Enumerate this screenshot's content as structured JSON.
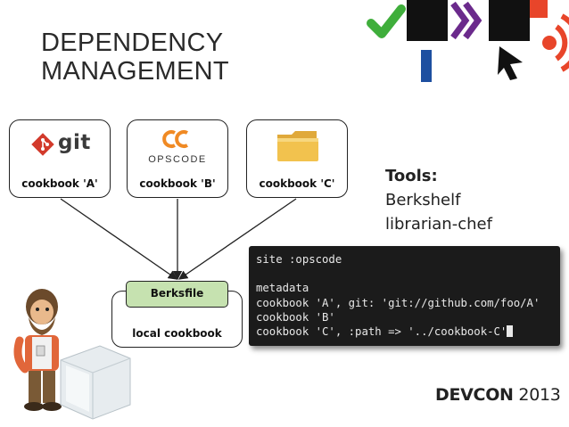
{
  "slide": {
    "title_line1": "DEPENDENCY",
    "title_line2": "MANAGEMENT"
  },
  "sources": [
    {
      "label": "cookbook 'A'",
      "logo": "git",
      "logo_text": "git",
      "icon": "git-icon"
    },
    {
      "label": "cookbook 'B'",
      "logo": "opscode",
      "logo_text": "OPSCODE",
      "icon": "opscode-icon"
    },
    {
      "label": "cookbook 'C'",
      "logo": "folder",
      "icon": "folder-icon"
    }
  ],
  "target": {
    "file_label": "Berksfile",
    "label": "local cookbook"
  },
  "tools": {
    "heading": "Tools:",
    "items": [
      "Berkshelf",
      "librarian-chef"
    ]
  },
  "terminal": {
    "lines": [
      "site :opscode",
      "",
      "metadata",
      "cookbook 'A', git: 'git://github.com/foo/A'",
      "cookbook 'B'",
      "cookbook 'C', :path => '../cookbook-C'"
    ]
  },
  "footer": {
    "brand_bold": "DEVCON",
    "brand_year": "2013"
  },
  "colors": {
    "berksfile_fill": "#c6e2b0",
    "terminal_bg": "#1b1b1b",
    "git_red": "#d23a2b",
    "opscode_orange": "#f08a24",
    "folder_yellow": "#f2c24e"
  }
}
